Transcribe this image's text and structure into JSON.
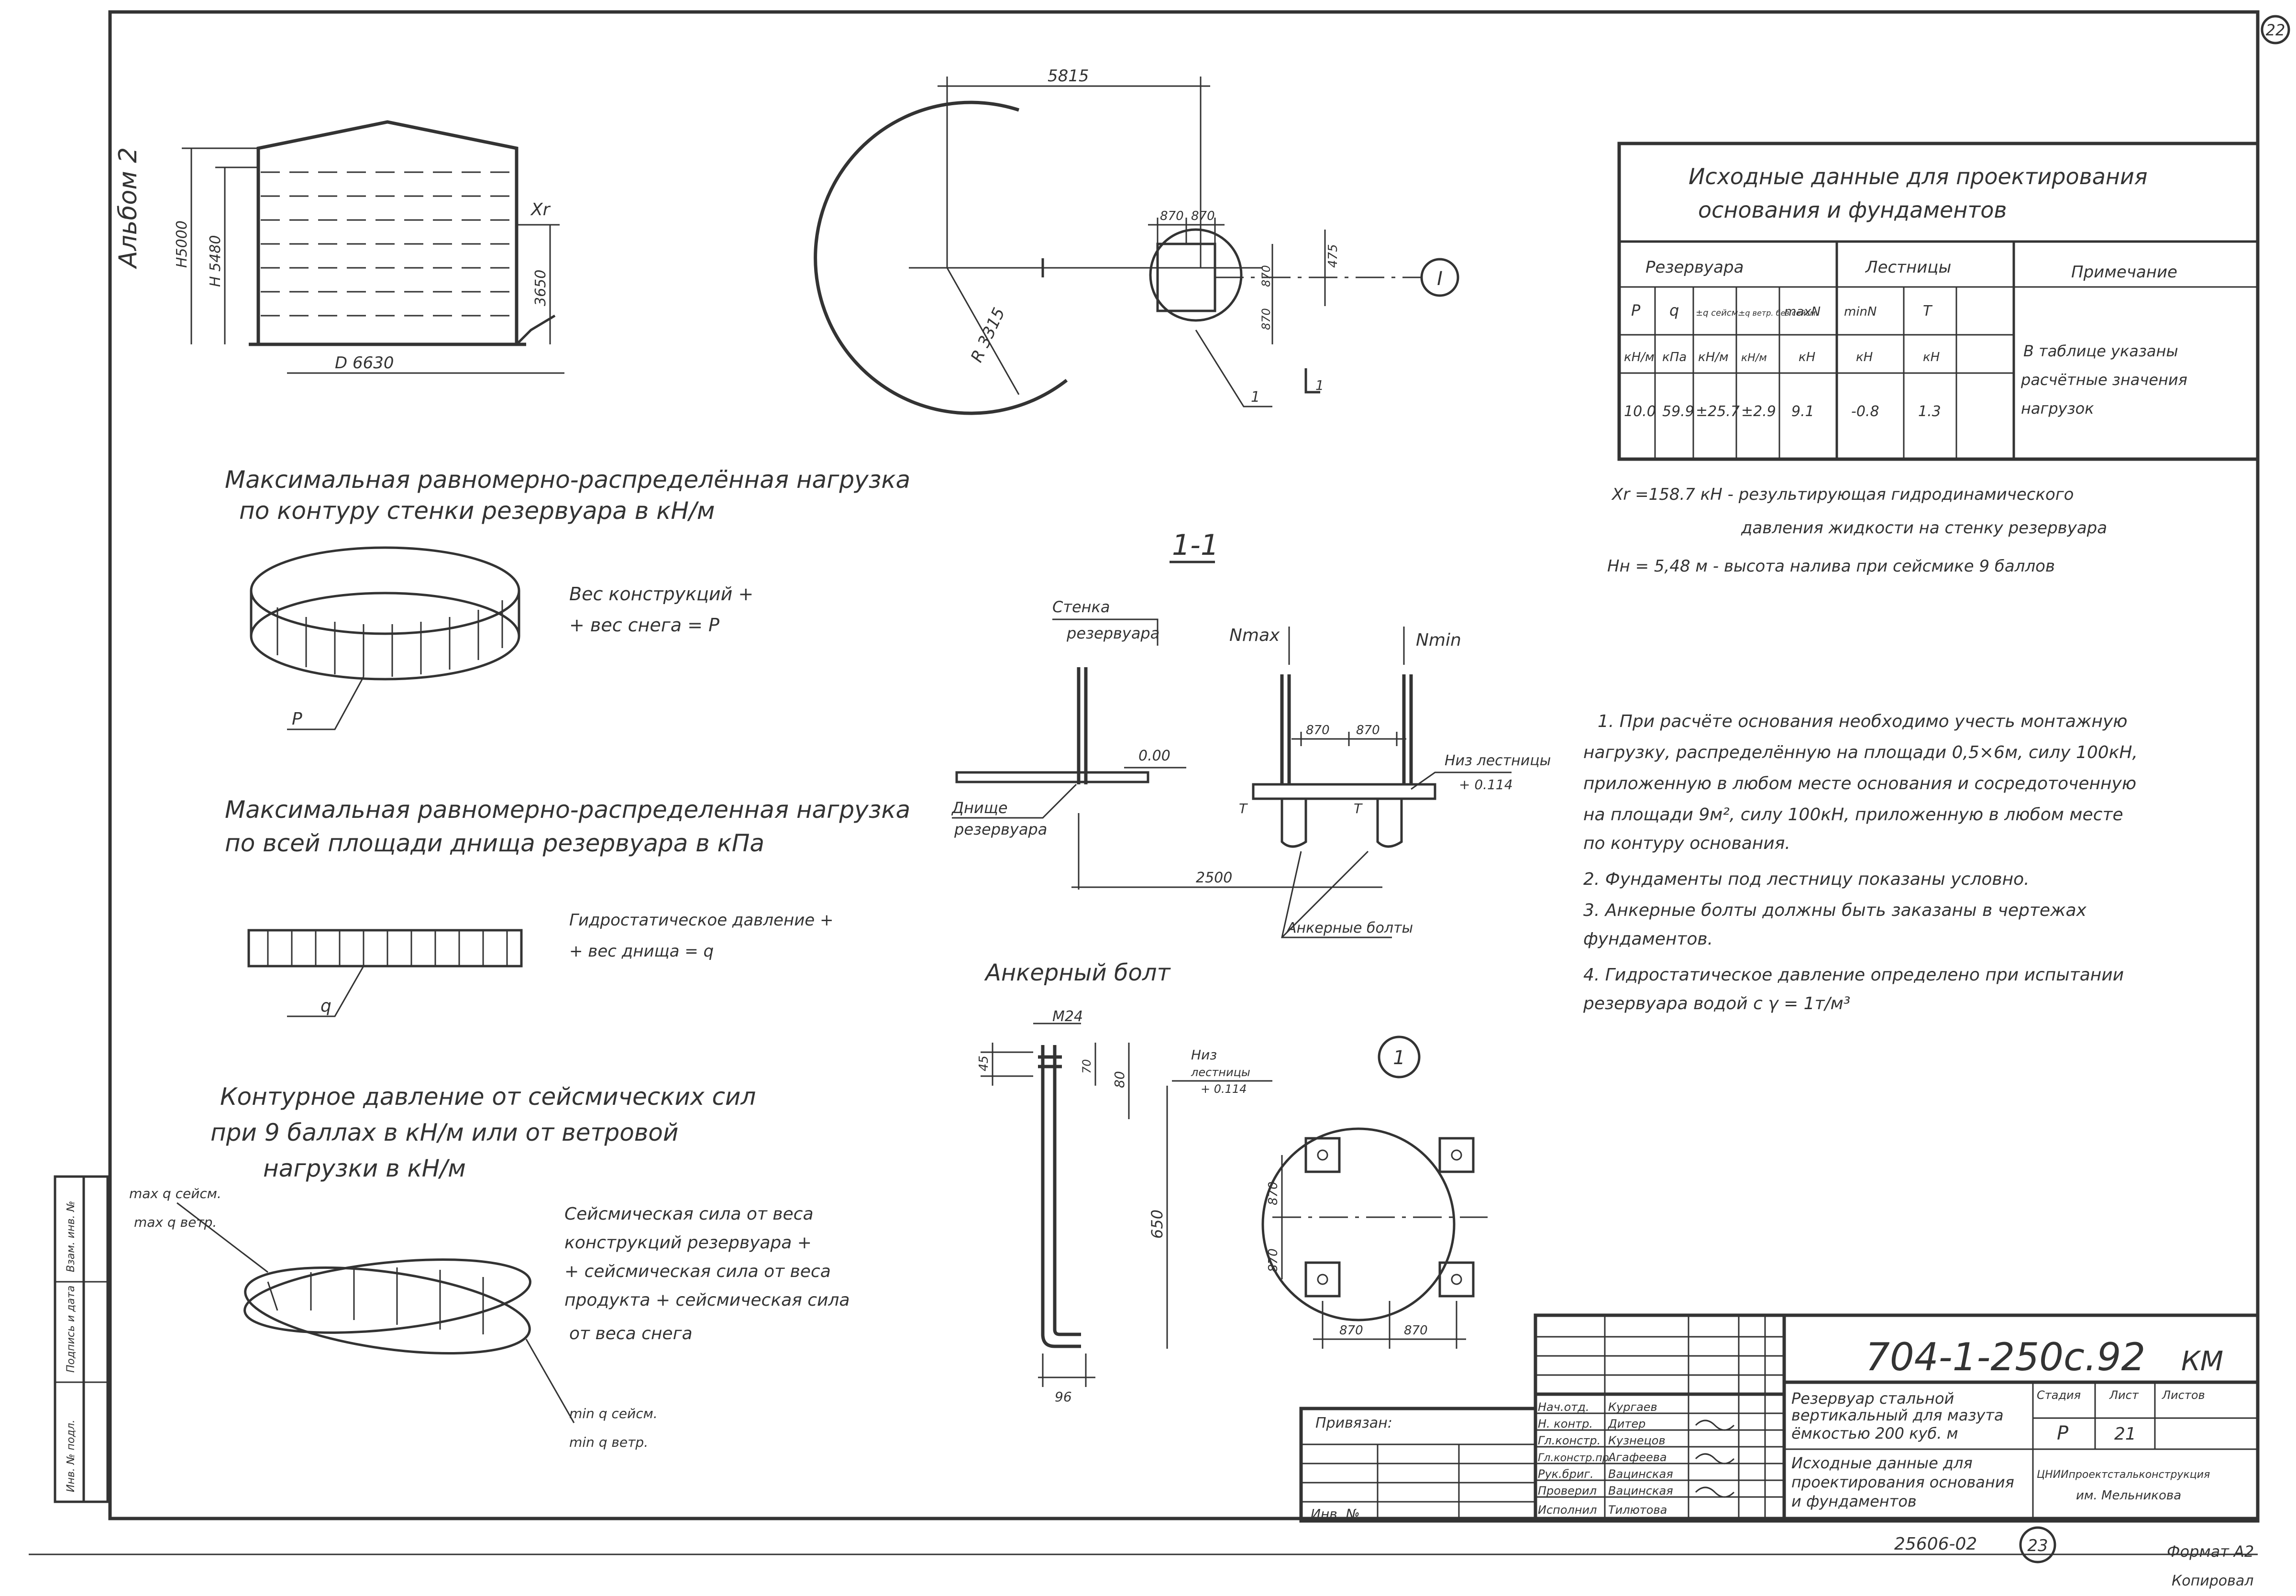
{
  "album_label": "Альбом 2",
  "sheet_number_top": "22",
  "tank_section": {
    "h_total": "H5000",
    "h_level": "H 5480",
    "h_3650": "3650",
    "xr": "Xr",
    "diameter": "D 6630"
  },
  "plan": {
    "dim_5815": "5815",
    "radius": "R 3315",
    "dim_870a": "870",
    "dim_870b": "870",
    "dim_870c": "870",
    "dim_870d": "870",
    "dim_475": "475",
    "mark_1": "1",
    "mark_I": "I"
  },
  "table": {
    "title_line1": "Исходные данные для проектирования",
    "title_line2": "основания и фундаментов",
    "group_tank": "Резервуара",
    "group_stairs": "Лестницы",
    "group_note": "Примечание",
    "col_p": "P",
    "col_q": "q",
    "col_qseism": "±q сейсм.",
    "col_qwind": "±q ветр. без сейсм.",
    "col_max": "maxN",
    "col_min": "minN",
    "col_T": "T",
    "unit_p": "кН/м",
    "unit_q": "кПа",
    "unit_qseism": "кН/м",
    "unit_qwind": "кН/м",
    "unit_max": "кН",
    "unit_min": "кН",
    "unit_T": "кН",
    "val_p": "10.0",
    "val_q": "59.9",
    "val_qseism": "±25.7",
    "val_qwind": "±2.9",
    "val_max": "9.1",
    "val_min": "-0.8",
    "val_T": "1.3",
    "note_line1": "В таблице указаны",
    "note_line2": "расчётные значения",
    "note_line3": "нагрузок"
  },
  "legend": {
    "xr_line1": "Xr =158.7 кН - результирующая гидродинамического",
    "xr_line2": "давления жидкости на стенку резервуара",
    "hn_line": "Hн = 5,48 м - высота налива при сейсмике 9 баллов"
  },
  "notes": {
    "n1_l1": "1. При расчёте основания необходимо учесть монтажную",
    "n1_l2": "нагрузку, распределённую на площади 0,5×6м, силу 100кН,",
    "n1_l3": "приложенную в любом месте основания и сосредоточенную",
    "n1_l4": "на площади 9м², силу 100кН, приложенную в любом месте",
    "n1_l5": "по контуру основания.",
    "n2": "2. Фундаменты под лестницу показаны условно.",
    "n3_l1": "3. Анкерные болты должны быть заказаны в чертежах",
    "n3_l2": "фундаментов.",
    "n4_l1": "4. Гидростатическое давление определено при испытании",
    "n4_l2": "резервуара водой с γ = 1т/м³"
  },
  "loads": {
    "load1_l1": "Максимальная равномерно-распределённая нагрузка",
    "load1_l2": "по контуру стенки резервуара в кН/м",
    "load1_desc1": "Вес конструкций +",
    "load1_desc2": "+ вес снега = P",
    "load1_mark": "P",
    "load2_l1": "Максимальная равномерно-распределенная нагрузка",
    "load2_l2": "по всей площади днища резервуара в кПа",
    "load2_desc1": "Гидростатическое давление +",
    "load2_desc2": "+ вес днища = q",
    "load2_mark": "q",
    "load3_l1": "Контурное давление от сейсмических сил",
    "load3_l2": "при 9 баллах в кН/м или от ветровой",
    "load3_l3": "нагрузки в кН/м",
    "load3_desc1": "Сейсмическая сила от веса",
    "load3_desc2": "конструкций резервуара +",
    "load3_desc3": "+ сейсмическая сила от веса",
    "load3_desc4": "продукта + сейсмическая сила",
    "load3_desc5": "от веса снега",
    "max_seism": "max q сейсм.",
    "max_wind": "max q ветр.",
    "min_seism": "min q сейсм.",
    "min_wind": "min q ветр."
  },
  "section": {
    "title": "1-1",
    "wall": "Стенка",
    "wall2": "резервуара",
    "bottom": "Днище",
    "bottom2": "резервуара",
    "level_000": "0.00",
    "nmax": "Nmax",
    "nmin": "Nmin",
    "dim_870a": "870",
    "dim_870b": "870",
    "stair_bottom": "Низ лестницы",
    "stair_level": "+ 0.114",
    "dim_2500": "2500",
    "anchor_bolts": "Анкерные болты",
    "T1": "T",
    "T2": "T"
  },
  "bolt": {
    "title": "Анкерный болт",
    "thread": "M24",
    "dim_45": "45",
    "dim_70": "70",
    "dim_80": "80",
    "dim_650": "650",
    "dim_96": "96",
    "stair_bottom": "Низ",
    "stair_bottom2": "лестницы",
    "level": "+ 0.114"
  },
  "node1": {
    "mark": "1",
    "dim_870v1": "870",
    "dim_870v2": "870",
    "dim_870h1": "870",
    "dim_870h2": "870"
  },
  "title_block": {
    "code": "704-1-250с.92",
    "mark": "КМ",
    "privyazan": "Привязан:",
    "inv": "Инв. №",
    "roles": [
      "Нач.отд.",
      "Н. контр.",
      "Гл.констр.",
      "Гл.констр.пр.",
      "Рук.бриг.",
      "Проверил",
      "Исполнил"
    ],
    "names": [
      "Кургаев",
      "Дитер",
      "Кузнецов",
      "Агафеева",
      "Вацинская",
      "Вацинская",
      "Тилютова"
    ],
    "desc_l1": "Резервуар стальной",
    "desc_l2": "вертикальный для мазута",
    "desc_l3": "ёмкостью 200 куб. м",
    "sheet_title_l1": "Исходные данные для",
    "sheet_title_l2": "проектирования основания",
    "sheet_title_l3": "и фундаментов",
    "h_stage": "Стадия",
    "h_sheet": "Лист",
    "h_sheets": "Листов",
    "stage": "Р",
    "sheet": "21",
    "org_l1": "ЦНИИпроектстальконструкция",
    "org_l2": "им. Мельникова",
    "archive": "25606-02",
    "page": "23",
    "format": "Формат А2",
    "copied": "Копировал"
  },
  "side_stamp": {
    "s1": "Инв. № подл.",
    "s2": "Подпись и дата",
    "s3": "Взам. инв. №"
  }
}
